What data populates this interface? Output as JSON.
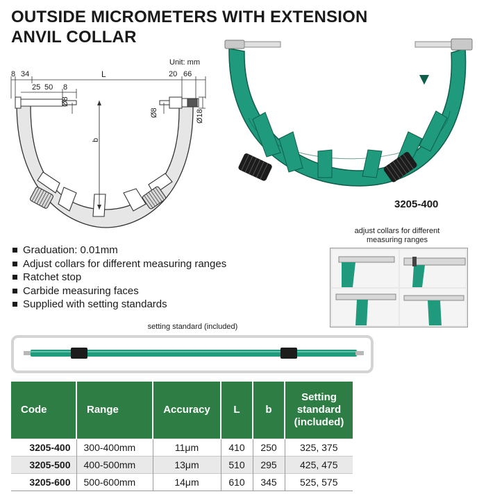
{
  "title": {
    "line1": "OUTSIDE MICROMETERS WITH EXTENSION",
    "line2": "ANVIL COLLAR"
  },
  "drawing": {
    "unit": "Unit: mm",
    "dim_8_left": "8",
    "dim_34": "34",
    "dim_L": "L",
    "dim_20": "20",
    "dim_66": "66",
    "dim_25": "25",
    "dim_50": "50",
    "dim_8_mid": "8",
    "dim_phi8_left": "Ø8",
    "dim_phi8_right": "Ø8",
    "dim_phi18": "Ø18",
    "dim_b": "b"
  },
  "model_label": "3205-400",
  "features": [
    "Graduation: 0.01mm",
    "Adjust collars for different measuring ranges",
    "Ratchet stop",
    "Carbide measuring faces",
    "Supplied with setting standards"
  ],
  "collar_caption": {
    "line1": "adjust collars for different",
    "line2": "measuring ranges"
  },
  "setting_standard_caption": "setting standard (included)",
  "colors": {
    "frame_green": "#1f9a7c",
    "header_green": "#2e7d44",
    "collar_black": "#1c1c1c",
    "drawing_gray": "#e6e6e6"
  },
  "table": {
    "headers": [
      "Code",
      "Range",
      "Accuracy",
      "L",
      "b",
      "Setting standard (included)"
    ],
    "header_setting_lines": [
      "Setting",
      "standard",
      "(included)"
    ],
    "rows": [
      {
        "code": "3205-400",
        "range": "300-400mm",
        "accuracy": "11μm",
        "L": "410",
        "b": "250",
        "standard": "325, 375"
      },
      {
        "code": "3205-500",
        "range": "400-500mm",
        "accuracy": "13μm",
        "L": "510",
        "b": "295",
        "standard": "425, 475"
      },
      {
        "code": "3205-600",
        "range": "500-600mm",
        "accuracy": "14μm",
        "L": "610",
        "b": "345",
        "standard": "525, 575"
      }
    ]
  }
}
